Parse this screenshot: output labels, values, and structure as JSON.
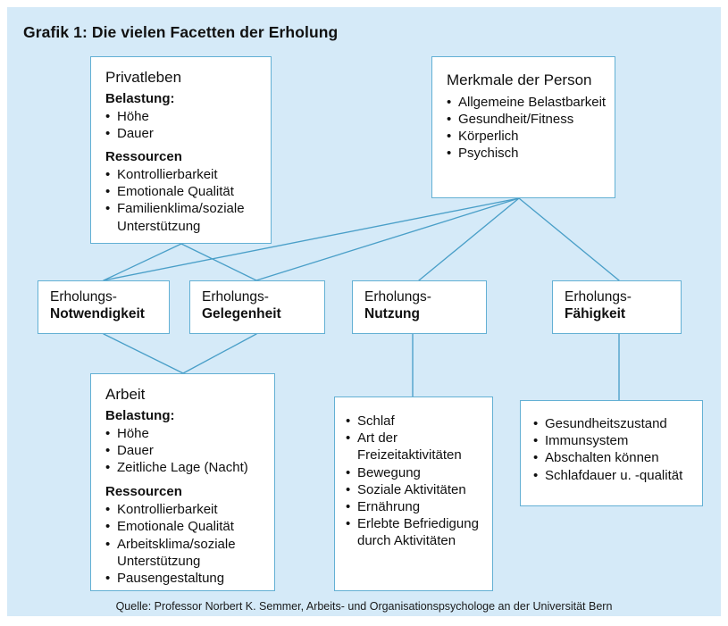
{
  "figure": {
    "title": "Grafik 1: Die vielen Facetten der Erholung",
    "source": "Quelle: Professor Norbert K. Semmer, Arbeits- und Organisationspsychologe an der Universität Bern",
    "background_color": "#d5eaf8",
    "line_color": "#4a9fc8",
    "box_border_color": "#63b0d4",
    "box_fill_color": "#ffffff",
    "text_color": "#101010"
  },
  "nodes": {
    "privatleben": {
      "title": "Privatleben",
      "section1_head": "Belastung:",
      "section1_items": [
        "Höhe",
        "Dauer"
      ],
      "section2_head": "Ressourcen",
      "section2_items": [
        "Kontrollierbarkeit",
        "Emotionale Qualität",
        "Familienklima/soziale\nUnterstützung"
      ]
    },
    "merkmale": {
      "title": "Merkmale der Person",
      "items": [
        "Allgemeine Belastbarkeit",
        "Gesundheit/Fitness",
        "Körperlich",
        "Psychisch"
      ]
    },
    "erholungs_notwendigkeit": {
      "line1": "Erholungs-",
      "line2": "Notwendigkeit"
    },
    "erholungs_gelegenheit": {
      "line1": "Erholungs-",
      "line2": "Gelegenheit"
    },
    "erholungs_nutzung": {
      "line1": "Erholungs-",
      "line2": "Nutzung"
    },
    "erholungs_faehigkeit": {
      "line1": "Erholungs-",
      "line2": "Fähigkeit"
    },
    "arbeit": {
      "title": "Arbeit",
      "section1_head": "Belastung:",
      "section1_items": [
        "Höhe",
        "Dauer",
        "Zeitliche Lage (Nacht)"
      ],
      "section2_head": "Ressourcen",
      "section2_items": [
        "Kontrollierbarkeit",
        "Emotionale Qualität",
        "Arbeitsklima/soziale\nUnterstützung",
        "Pausengestaltung"
      ]
    },
    "nutzung_list": {
      "items": [
        "Schlaf",
        "Art der\nFreizeitaktivitäten",
        "Bewegung",
        "Soziale Aktivitäten",
        "Ernährung",
        "Erlebte Befriedigung\ndurch Aktivitäten"
      ]
    },
    "faehigkeit_list": {
      "items": [
        "Gesundheitszustand",
        "Immunsystem",
        "Abschalten können",
        "Schlafdauer u. -qualität"
      ]
    }
  },
  "connections": [
    {
      "from": "privatleben",
      "to": "erholungs_notwendigkeit"
    },
    {
      "from": "privatleben",
      "to": "erholungs_gelegenheit"
    },
    {
      "from": "merkmale",
      "to": "erholungs_notwendigkeit"
    },
    {
      "from": "merkmale",
      "to": "erholungs_gelegenheit"
    },
    {
      "from": "merkmale",
      "to": "erholungs_nutzung"
    },
    {
      "from": "merkmale",
      "to": "erholungs_faehigkeit"
    },
    {
      "from": "erholungs_notwendigkeit",
      "to": "arbeit"
    },
    {
      "from": "erholungs_gelegenheit",
      "to": "arbeit"
    },
    {
      "from": "erholungs_nutzung",
      "to": "nutzung_list"
    },
    {
      "from": "erholungs_faehigkeit",
      "to": "faehigkeit_list"
    }
  ]
}
